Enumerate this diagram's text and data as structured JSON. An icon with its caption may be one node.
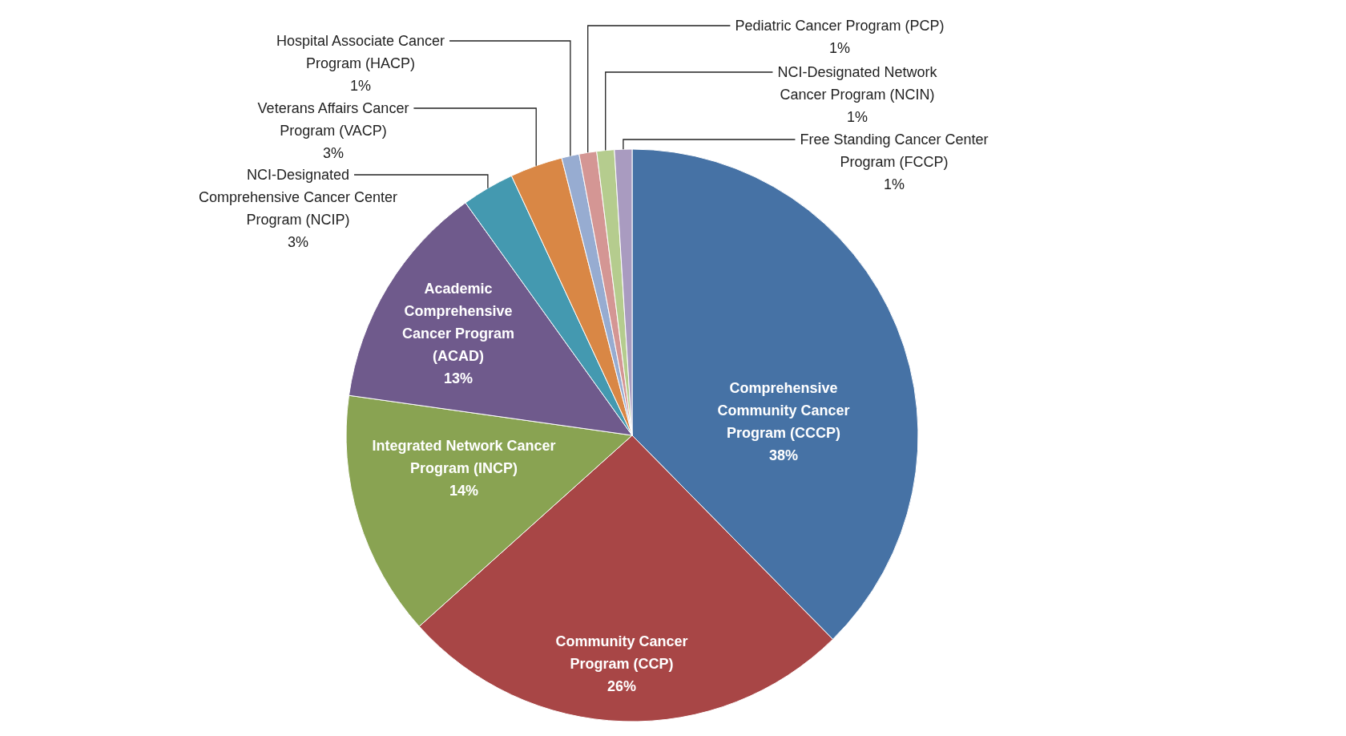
{
  "diagram": {
    "chart_data": {
      "type": "pie",
      "categories": [
        "Comprehensive Community Cancer Program (CCCP)",
        "Community Cancer Program (CCP)",
        "Integrated Network Cancer Program (INCP)",
        "Academic Comprehensive Cancer Program (ACAD)",
        "NCI-Designated Comprehensive Cancer Center Program (NCIP)",
        "Veterans Affairs Cancer Program (VACP)",
        "Hospital Associate Cancer Program (HACP)",
        "Pediatric Cancer Program (PCP)",
        "NCI-Designated Network Cancer Program (NCIN)",
        "Free Standing Cancer Center Program (FCCP)"
      ],
      "series": [
        {
          "colors": [
            "#4672a5",
            "#a84646",
            "#89a352",
            "#6f5a8c",
            "#4499b0",
            "#d98745",
            "#97acd1",
            "#d49694",
            "#b5cc8e",
            "#a99bc0"
          ],
          "values": [
            38,
            26,
            14,
            13,
            3,
            3,
            1,
            1,
            1,
            1
          ]
        }
      ],
      "value_labels": [
        "38%",
        "26%",
        "14%",
        "13%",
        "3%",
        "3%",
        "1%",
        "1%",
        "1%",
        "1%"
      ]
    }
  }
}
